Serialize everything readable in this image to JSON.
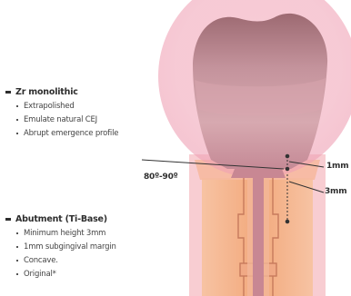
{
  "crown_section": {
    "heading": "Zr monolithic",
    "items": [
      "Extrapolished",
      "Emulate natural CEJ",
      "Abrupt emergence profile"
    ]
  },
  "abutment_section": {
    "heading": "Abutment (Ti-Base)",
    "items": [
      "Minimum height 3mm",
      "1mm subgingival margin",
      "Concave.",
      "Original*"
    ]
  },
  "measurements": {
    "angle": "80º-90º",
    "margin_depth": "1mm",
    "abutment_height": "3mm"
  },
  "colors": {
    "crown": "#b98792",
    "gingiva_halo": "#f3b3c3",
    "abutment": "#f4b48c",
    "soft_tissue": "#f7c2c9",
    "ti_base": "#e2a27f"
  }
}
